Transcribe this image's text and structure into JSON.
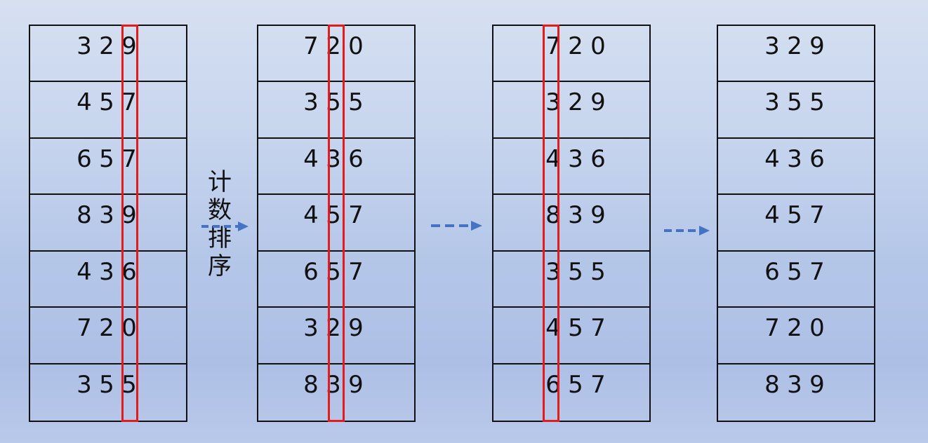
{
  "diagram": {
    "stages": [
      {
        "rows": [
          "329",
          "457",
          "657",
          "839",
          "436",
          "720",
          "355"
        ],
        "highlight_digit_index": 2
      },
      {
        "rows": [
          "720",
          "355",
          "436",
          "457",
          "657",
          "329",
          "839"
        ],
        "highlight_digit_index": 1
      },
      {
        "rows": [
          "720",
          "329",
          "436",
          "839",
          "355",
          "457",
          "657"
        ],
        "highlight_digit_index": 0
      },
      {
        "rows": [
          "329",
          "355",
          "436",
          "457",
          "657",
          "720",
          "839"
        ],
        "highlight_digit_index": null
      }
    ],
    "label_chars": [
      "计",
      "数",
      "排",
      "序"
    ],
    "colors": {
      "highlight": "#e31b1b",
      "arrow": "#4472c4",
      "grid": "#111111",
      "text": "#111111",
      "background_top": "#d6e0f1",
      "background_bottom": "#b9c9ea"
    }
  }
}
